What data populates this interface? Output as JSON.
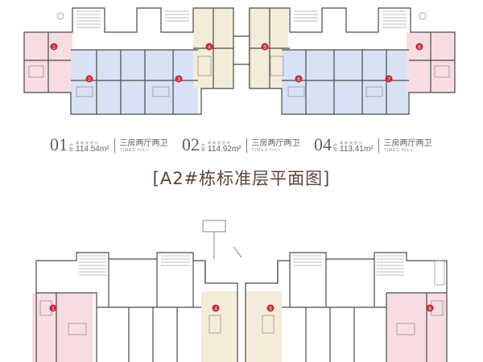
{
  "units": [
    {
      "num": "01",
      "suffix": "户型",
      "small": "建筑面积约",
      "area": "114.54",
      "unit": "m²",
      "type": "三房两厅两卫",
      "brand": "TIMES HILL"
    },
    {
      "num": "02",
      "suffix": "户型",
      "small": "建筑面积约",
      "area": "114.92",
      "unit": "m²",
      "type": "三房两厅两卫",
      "brand": "TIMES HILL"
    },
    {
      "num": "04",
      "suffix": "户型",
      "small": "建筑面积约",
      "area": "113.41",
      "unit": "m²",
      "type": "三房两厅两卫",
      "brand": "TIMES HILL"
    }
  ],
  "section_title": "[A2#栋标准层平面图]",
  "top_markers": [
    "1",
    "2",
    "3",
    "4",
    "5",
    "6",
    "7",
    "8"
  ],
  "bottom_markers": [
    "1",
    "4",
    "5",
    "8"
  ],
  "colors": {
    "pink": "#f7dde2",
    "blue": "#d9e2f5",
    "beige": "#f3ecd9",
    "marker": "#c8283a",
    "line": "#4a4a4a",
    "title": "#5b4436"
  }
}
